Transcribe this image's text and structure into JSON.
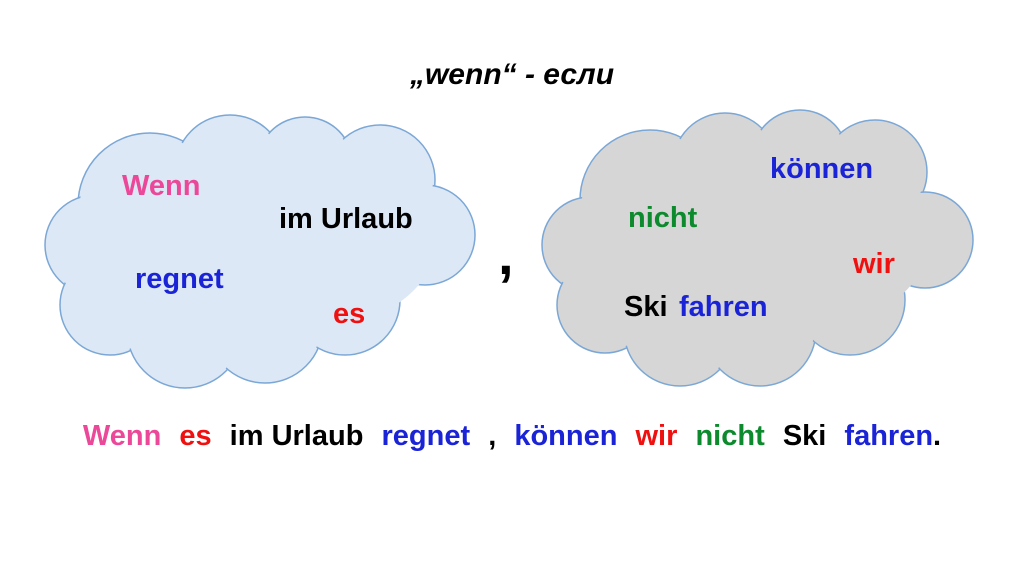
{
  "title": "„wenn“ - если",
  "colors": {
    "pink": "#ec4899",
    "red": "#ef1010",
    "blue": "#1a23d6",
    "green": "#0d8a2d",
    "black": "#000000",
    "cloud_left_fill": "#dce8f5",
    "cloud_right_fill": "#d6d6d6",
    "cloud_stroke": "#7ba7d6"
  },
  "left_cloud": {
    "words": [
      "Wenn",
      "im Urlaub",
      "regnet",
      "es"
    ]
  },
  "right_cloud": {
    "words": [
      "können",
      "nicht",
      "wir",
      "Ski",
      "fahren"
    ]
  },
  "separator": ",",
  "sentence": [
    "Wenn",
    "es",
    "im Urlaub",
    "regnet",
    ",",
    "können",
    "wir",
    "nicht",
    "Ski",
    "fahren",
    "."
  ]
}
